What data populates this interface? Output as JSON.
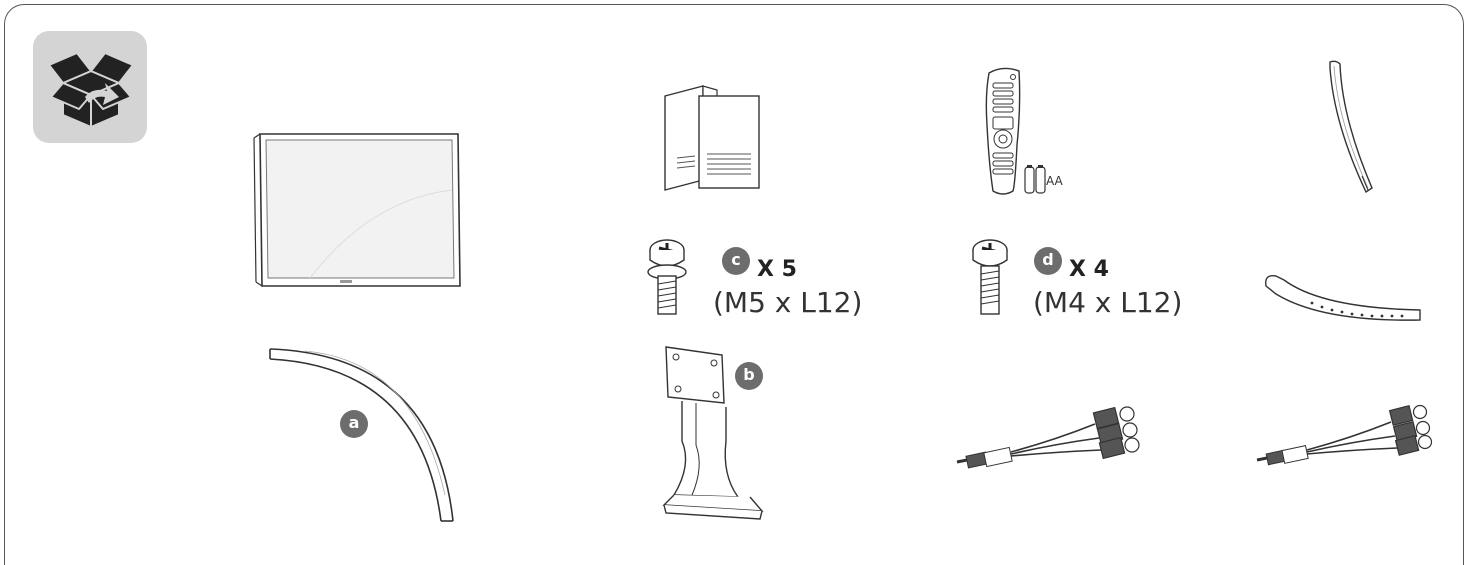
{
  "badges": {
    "a": "a",
    "b": "b",
    "c": "c",
    "d": "d"
  },
  "screw_c": {
    "qty": "X 5",
    "spec": "(M5 x L12)"
  },
  "screw_d": {
    "qty": "X 4",
    "spec": "(M4 x L12)"
  },
  "remote": {
    "battery_label": "AA"
  },
  "colors": {
    "frame": "#555555",
    "badge": "#6d6d6d",
    "icon_bg": "#d4d4d4"
  },
  "icons": [
    "open-box-icon",
    "tv-icon",
    "manual-icon",
    "remote-icon",
    "cable-holder-icon",
    "screw-icon",
    "stand-base-icon",
    "stand-body-icon",
    "cable-tie-icon",
    "av-cable-icon"
  ]
}
